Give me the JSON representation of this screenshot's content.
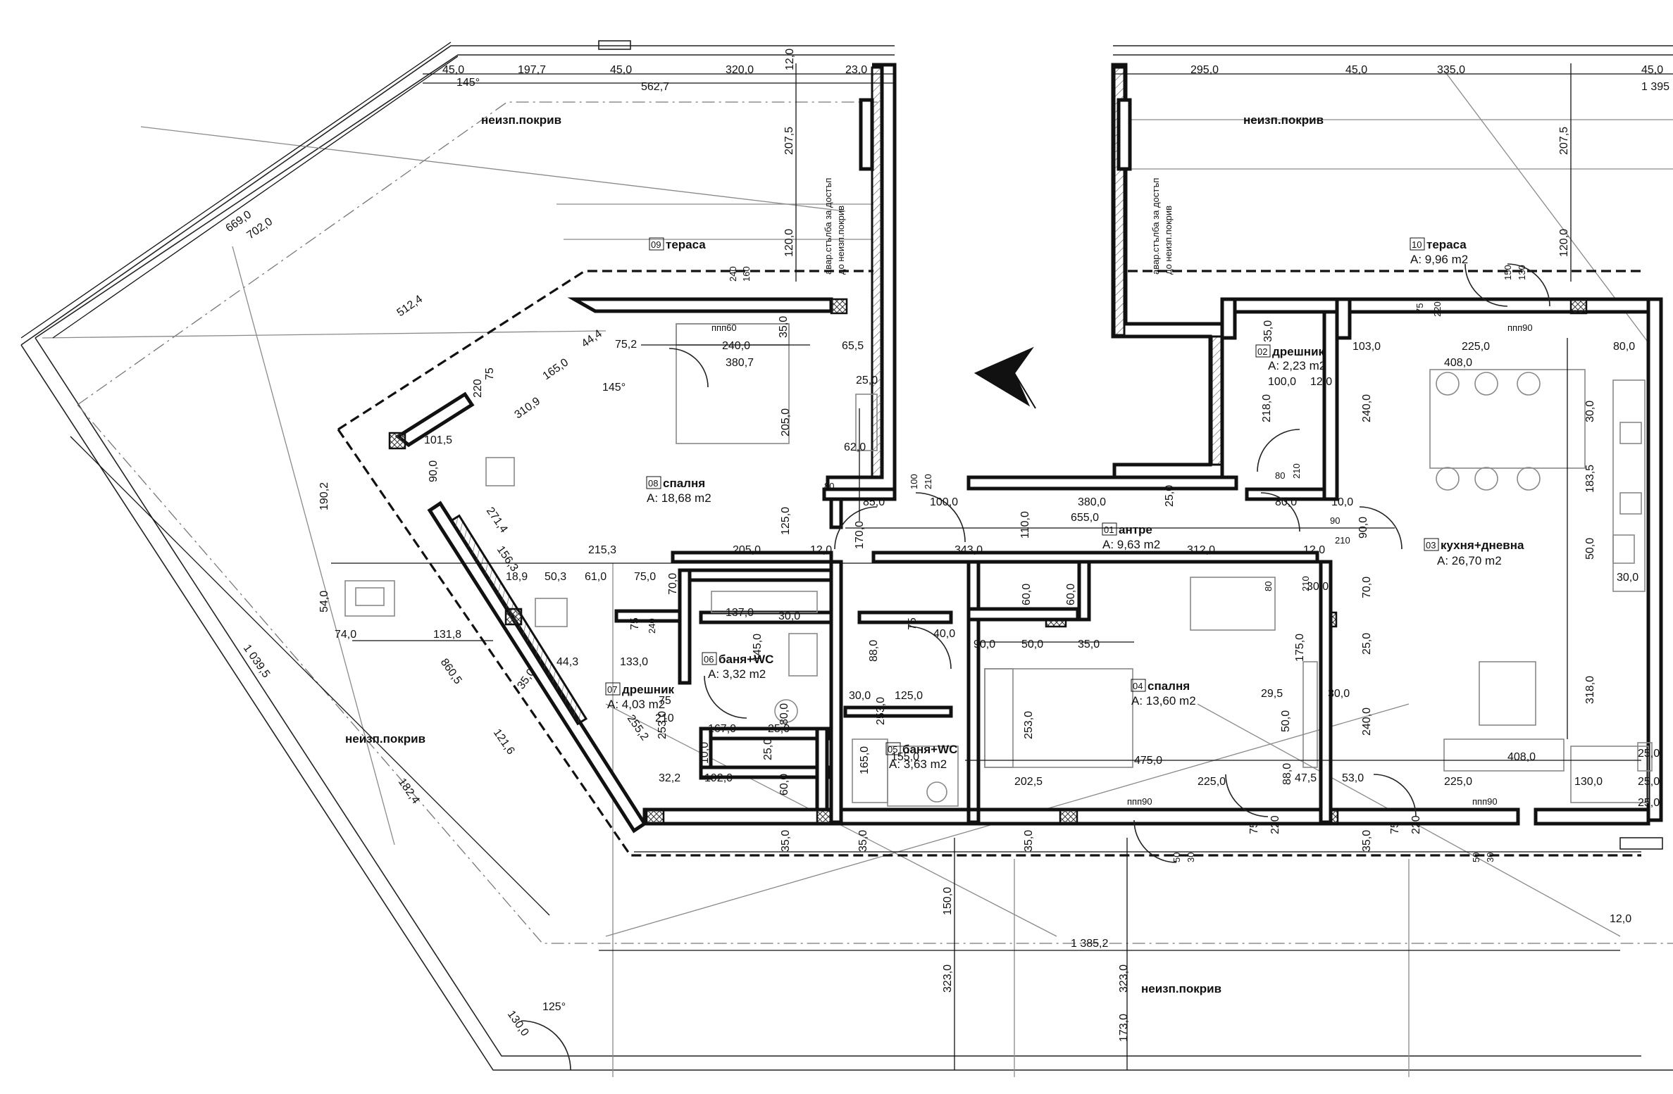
{
  "rooms": {
    "r01": {
      "num": "01",
      "name": "антре",
      "area": "A: 9,63 m2"
    },
    "r02": {
      "num": "02",
      "name": "дрешник",
      "area": "A: 2,23 m2"
    },
    "r03": {
      "num": "03",
      "name": "кухня+дневна",
      "area": "A: 26,70 m2"
    },
    "r04": {
      "num": "04",
      "name": "спалня",
      "area": "A: 13,60 m2"
    },
    "r05": {
      "num": "05",
      "name": "баня+WC",
      "area": "A: 3,63 m2"
    },
    "r06": {
      "num": "06",
      "name": "баня+WC",
      "area": "A: 3,32 m2"
    },
    "r07": {
      "num": "07",
      "name": "дрешник",
      "area": "A: 4,03 m2"
    },
    "r08": {
      "num": "08",
      "name": "спалня",
      "area": "A: 18,68 m2"
    },
    "r09": {
      "num": "09",
      "name": "тераса",
      "area": ""
    },
    "r10": {
      "num": "10",
      "name": "тераса",
      "area": "A: 9,96 m2"
    }
  },
  "roof_labels": {
    "a": "неизп.покрив",
    "b": "неизп.покрив",
    "c": "неизп.покрив",
    "d": "неизп.покрив"
  },
  "notes": {
    "ladder_line1": "авар.стълба за достъп",
    "ladder_line2": "до неизп.покрив"
  },
  "windows": {
    "w1": "ппп60",
    "w2": "ппп90",
    "w3": "ппп90",
    "w4": "ппп90"
  },
  "angles": {
    "a1": "145°",
    "a2": "145°",
    "a3": "125°"
  },
  "dims": {
    "d45": "45,0",
    "d1977": "197,7",
    "d45b": "45,0",
    "d5627": "562,7",
    "d320": "320,0",
    "d12top": "12,0",
    "d23": "23,0",
    "d295": "295,0",
    "d45c": "45,0",
    "d335": "335,0",
    "d450r": "45,0",
    "d1395": "1 395",
    "d2075a": "207,5",
    "d1200a": "120,0",
    "d2075b": "207,5",
    "d1200b": "120,0",
    "d669": "669,0",
    "d702": "702,0",
    "d5124": "512,4",
    "d240a": "240",
    "d160a": "160",
    "d350a": "35,0",
    "d2400": "240,0",
    "d3807": "380,7",
    "d655": "65,5",
    "d250a": "25,0",
    "d2050": "205,0",
    "d620": "62,0",
    "d752": "75,2",
    "d444": "44,4",
    "d1650": "165,0",
    "d3109": "310,9",
    "d75a": "75",
    "d220a": "220",
    "d1015": "101,5",
    "d900a": "90,0",
    "d2714": "271,4",
    "d1902": "190,2",
    "d540": "54,0",
    "d740": "74,0",
    "d1318": "131,8",
    "d1563": "156,3",
    "d1039": "1 039,5",
    "d8605": "860,5",
    "d1216": "121,6",
    "d1824": "182,4",
    "d2552": "255,2",
    "d350b": "35,0",
    "d2153": "215,3",
    "d2050b": "205,0",
    "d120a": "12,0",
    "d1250": "125,0",
    "d850": "85,0",
    "d1000": "100,0",
    "d100a": "100",
    "d210a": "210",
    "d80a": "80",
    "d1700": "170,0",
    "d3430": "343,0",
    "d1100": "110,0",
    "d3800": "380,0",
    "d6550": "655,0",
    "d250b": "25,0",
    "d800": "80,0",
    "d3120": "312,0",
    "d120b": "12,0",
    "d210b": "210",
    "d900b": "90,0",
    "d100b": "10,0",
    "d90": "90",
    "d503": "50,3",
    "d610": "61,0",
    "d750": "75,0",
    "d189": "18,9",
    "d700": "70,0",
    "d1370": "137,0",
    "d300a": "30,0",
    "d1330": "133,0",
    "d75b": "75",
    "d240b": "240",
    "d1450": "145,0",
    "d880": "88,0",
    "d443": "44,3",
    "d75c": "75",
    "d2100": "210",
    "d2530": "253,0",
    "d1670": "167,0",
    "d250c": "25,0",
    "d800b": "80,0",
    "d100c": "10,0",
    "d322": "32,2",
    "d1920": "192,0",
    "d600a": "60,0",
    "d250d": "25,0",
    "d1250b": "125,0",
    "d300b": "30,0",
    "d2530b": "253,0",
    "d1550": "155,0",
    "d1650b": "165,0",
    "d75d": "75",
    "d400": "40,0",
    "d600b": "60,0",
    "d600c": "60,0",
    "d900c": "90,0",
    "d500": "50,0",
    "d350c": "35,0",
    "d2530c": "253,0",
    "d2025": "202,5",
    "d4750": "475,0",
    "d2250a": "225,0",
    "d1750": "175,0",
    "d295b": "29,5",
    "d300c": "30,0",
    "d2400b": "240,0",
    "d2100b": "210",
    "d80b": "80",
    "d300d": "30,0",
    "d700b": "70,0",
    "d250e": "25,0",
    "d500b": "50,0",
    "d880b": "88,0",
    "d475": "47,5",
    "d530": "53,0",
    "d1030": "103,0",
    "d1000b": "100,0",
    "d120c": "12,0",
    "d2180": "218,0",
    "d2400c": "240,0",
    "d210c": "210",
    "d80c": "80",
    "d800c": "80,0",
    "d100d": "10,0",
    "d900d": "90",
    "d350d": "35,0",
    "d75e": "75",
    "d220b": "220",
    "d2250b": "225,0",
    "d800d": "80,0",
    "d4080": "408,0",
    "d300e": "30,0",
    "d1835": "183,5",
    "d500c": "50,0",
    "d300f": "30,0",
    "d3180": "318,0",
    "d150a": "150",
    "d130a": "130",
    "d4080b": "408,0",
    "d2250c": "225,0",
    "d1300": "130,0",
    "d250f": "25,0",
    "d350e": "35,0",
    "d350f": "35,0",
    "d350g": "35,0",
    "d350h": "35,0",
    "d75f": "75",
    "d220c": "220",
    "d75g": "75",
    "d220d": "220",
    "d50a": "50",
    "d30a": "30",
    "d50b": "50",
    "d30b": "30",
    "d13852": "1 385,2",
    "d1500": "150,0",
    "d3230a": "323,0",
    "d3230b": "323,0",
    "d1730": "173,0",
    "d1300b": "130,0",
    "d120d": "12,0",
    "d25r": "25,0",
    "d25r2": "25,0"
  }
}
